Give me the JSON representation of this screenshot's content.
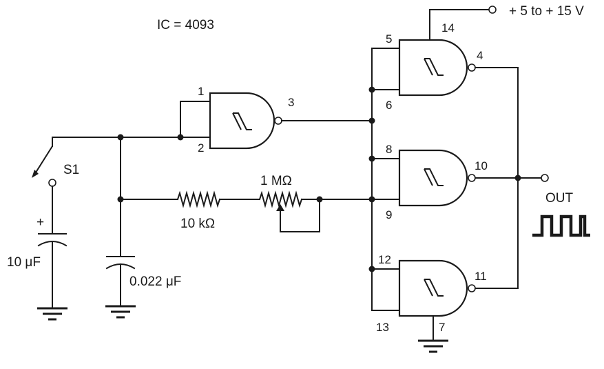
{
  "ic_label": "IC = 4093",
  "supply_label": "+ 5 to + 15 V",
  "output_label": "OUT",
  "switch_label": "S1",
  "components": {
    "cap_timing_polarity": "+",
    "cap_timing": "10 μF",
    "cap_small": "0.022 μF",
    "resistor_fixed": "10 kΩ",
    "potentiometer": "1 MΩ"
  },
  "pins": {
    "g1_in_a": "1",
    "g1_in_b": "2",
    "g1_out": "3",
    "g2_in_a": "5",
    "g2_in_b": "6",
    "g2_out": "4",
    "g2_vdd": "14",
    "g3_in_a": "8",
    "g3_in_b": "9",
    "g3_out": "10",
    "g4_in_a": "12",
    "g4_in_b": "13",
    "g4_out": "11",
    "g4_gnd": "7"
  }
}
